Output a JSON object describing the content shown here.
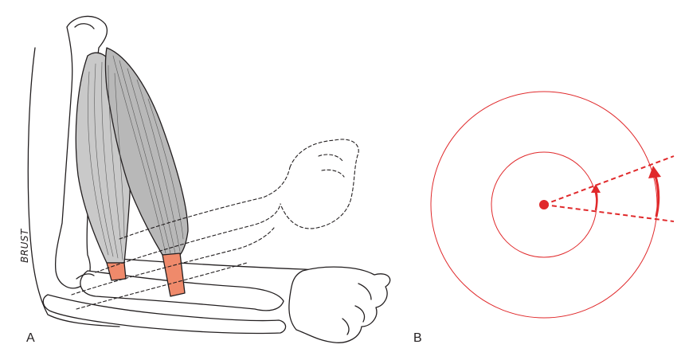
{
  "panels": {
    "a": {
      "label": "A"
    },
    "b": {
      "label": "B"
    }
  },
  "artist_signature": "BRUST",
  "colors": {
    "outline": "#231f20",
    "muscle": "#c9c9c9",
    "muscle_dark": "#8f8f8f",
    "tendon": "#ef8a6b",
    "accent_red": "#e0292b"
  }
}
